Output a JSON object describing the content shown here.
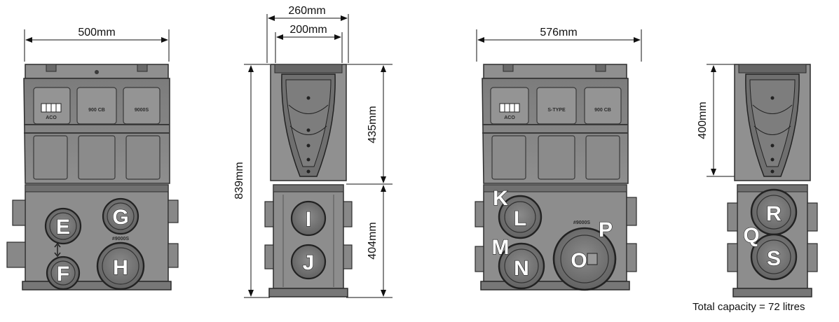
{
  "dimensions": {
    "front_a_width": "500mm",
    "side_a_outer_width": "260mm",
    "side_a_inner_width": "200mm",
    "side_a_total_height": "839mm",
    "side_a_upper_height": "435mm",
    "side_a_lower_height": "404mm",
    "front_b_width": "576mm",
    "side_b_height": "400mm"
  },
  "front_a": {
    "panel_labels": [
      "ACO",
      "900 CB",
      "9000S"
    ],
    "base_marking": "#9000S",
    "ports": [
      "E",
      "F",
      "G",
      "H"
    ]
  },
  "side_a": {
    "ports": [
      "I",
      "J"
    ]
  },
  "front_b": {
    "panel_labels": [
      "ACO",
      "S-TYPE",
      "900 CB"
    ],
    "base_marking": "#9000S",
    "ports": [
      "K",
      "L",
      "M",
      "N",
      "O",
      "P"
    ]
  },
  "side_b": {
    "ports": [
      "Q",
      "R",
      "S"
    ]
  },
  "footer": {
    "capacity": "Total capacity = 72 litres"
  },
  "colors": {
    "body": "#8a8a8a",
    "body_dark": "#5a5a5a",
    "port": "#6e6e6e",
    "line": "#111111"
  }
}
